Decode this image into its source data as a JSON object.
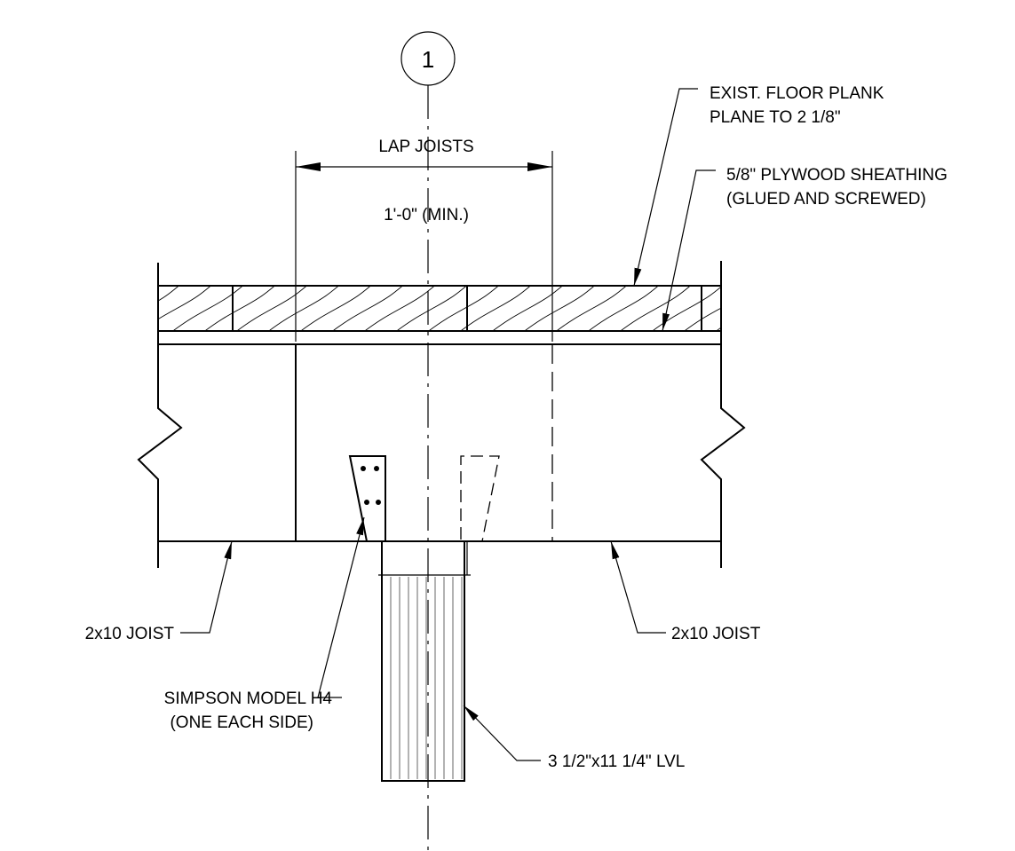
{
  "grid_bubble": "1",
  "dimension": {
    "title": "LAP JOISTS",
    "value": "1'-0\" (MIN.)"
  },
  "callouts": {
    "floor_plank_line1": "EXIST. FLOOR PLANK",
    "floor_plank_line2": "PLANE TO 2 1/8\"",
    "plywood_line1": "5/8\" PLYWOOD SHEATHING",
    "plywood_line2": "(GLUED AND SCREWED)",
    "joist_left": "2x10 JOIST",
    "joist_right": "2x10 JOIST",
    "hanger_line1": "SIMPSON MODEL H4",
    "hanger_line2": "(ONE EACH SIDE)",
    "lvl": "3 1/2\"x11 1/4\" LVL"
  }
}
